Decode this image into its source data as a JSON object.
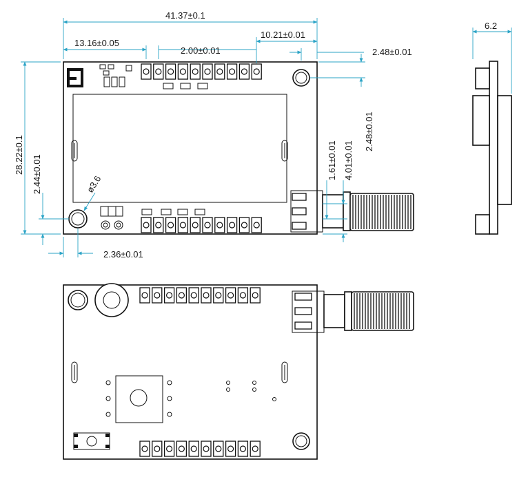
{
  "dimensions": {
    "overall_width": "41.37±0.1",
    "left_offset": "13.16±0.05",
    "pin_pitch": "2.00±0.01",
    "right_offset": "10.21±0.01",
    "hole_offset_h": "2.48±0.01",
    "hole_offset_v": "2.48±0.01",
    "overall_height": "28.22±0.1",
    "hole_bottom_offset": "2.44±0.01",
    "hole_diameter": "ø3.6",
    "connector_gap": "1.61±0.01",
    "connector_height": "4.01±0.01",
    "hole_left_offset": "2.36±0.01",
    "side_thickness": "6.2"
  },
  "colors": {
    "dimension_line": "#2aa3c6",
    "outline": "#111111"
  }
}
